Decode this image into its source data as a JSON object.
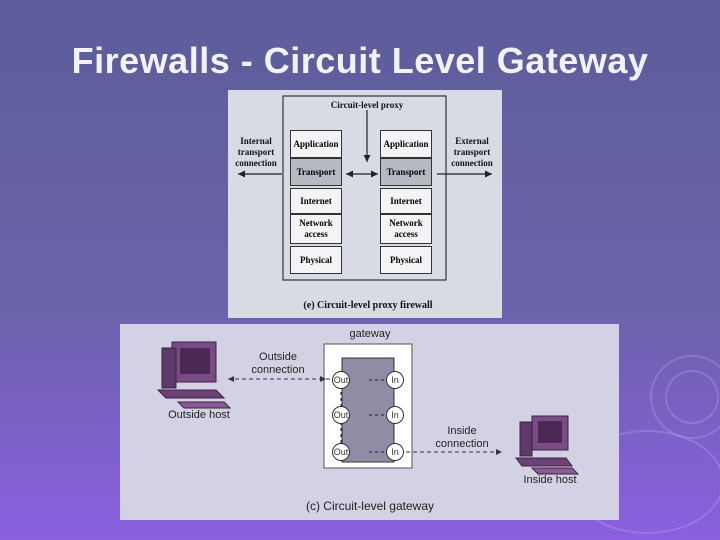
{
  "title": "Firewalls - Circuit Level Gateway",
  "top_diagram": {
    "proxy_label": "Circuit-level proxy",
    "internal_label": [
      "Internal",
      "transport",
      "connection"
    ],
    "external_label": [
      "External",
      "transport",
      "connection"
    ],
    "layers": [
      "Application",
      "Transport",
      "Internet",
      "Network access",
      "Physical"
    ],
    "caption": "(e) Circuit-level proxy firewall"
  },
  "bottom_diagram": {
    "gateway_label": "gateway",
    "outside_connection": [
      "Outside",
      "connection"
    ],
    "inside_connection": [
      "Inside",
      "connection"
    ],
    "outside_host": "Outside host",
    "inside_host": "Inside host",
    "port_out": "Out",
    "port_in": "In",
    "caption": "(c) Circuit-level gateway"
  },
  "colors": {
    "background": "#6a63a8",
    "accent": "#8a5fe0",
    "monitor": "#7a4c86"
  }
}
